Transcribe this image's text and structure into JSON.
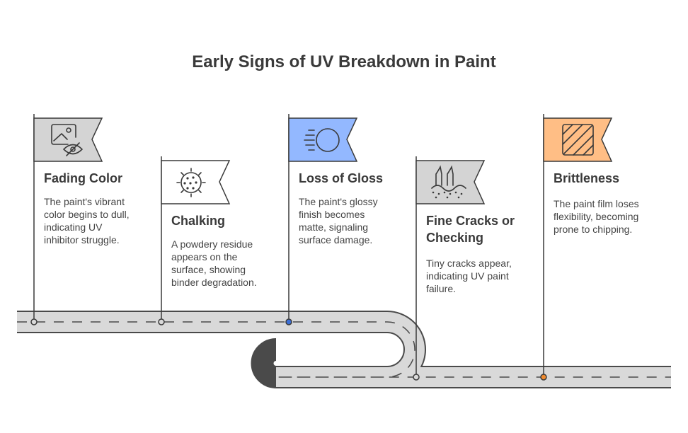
{
  "title": "Early Signs of UV Breakdown in Paint",
  "colors": {
    "road": "#d9d9d9",
    "road_outline": "#4a4a4a",
    "flag_gray": "#d4d4d4",
    "flag_blue": "#93b8ff",
    "flag_orange": "#ffbe85",
    "dot_blue": "#3b6fd8",
    "dot_orange": "#f08a2e"
  },
  "milestones": [
    {
      "title": "Fading Color",
      "description": [
        "The paint's vibrant",
        "color begins to dull,",
        "indicating UV",
        "inhibitor struggle."
      ],
      "icon": "image-eye-off-icon"
    },
    {
      "title": "Chalking",
      "description": [
        "A powdery residue",
        "appears on the",
        "surface, showing",
        "binder degradation."
      ],
      "icon": "dotted-sun-icon"
    },
    {
      "title": "Loss of Gloss",
      "description": [
        "The paint's glossy",
        "finish becomes",
        "matte, signaling",
        "surface damage."
      ],
      "icon": "fading-circle-icon"
    },
    {
      "title": [
        "Fine Cracks or",
        "Checking"
      ],
      "description": [
        "Tiny cracks appear,",
        "indicating UV paint",
        "failure."
      ],
      "icon": "surface-cracks-icon"
    },
    {
      "title": "Brittleness",
      "description": [
        "The paint film loses",
        "flexibility, becoming",
        "prone to chipping."
      ],
      "icon": "hatched-square-icon"
    }
  ]
}
